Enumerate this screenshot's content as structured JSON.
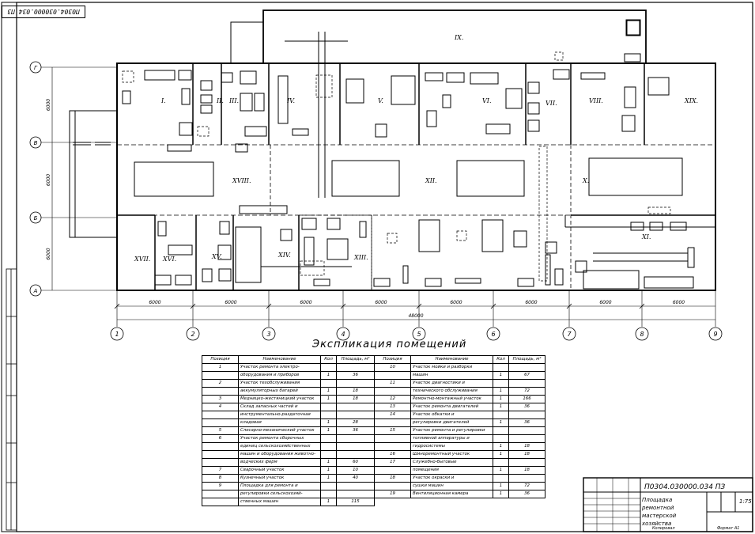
{
  "drawing": {
    "code_rotated": "П0304.030000.034 ПЗ",
    "title_code": "П0304.030000.034 ПЗ",
    "title_lines": [
      "Площадка ремонтной",
      "мастерской хозяйства"
    ],
    "sheet_scale": "1:75",
    "format_label": "Формат",
    "format_value": "А1",
    "copy_label": "Копировал"
  },
  "axes": {
    "columns": [
      "1",
      "2",
      "3",
      "4",
      "5",
      "6",
      "7",
      "8",
      "9"
    ],
    "rows": [
      "А",
      "Б",
      "В",
      "Г"
    ],
    "spans": [
      "6000",
      "6000",
      "6000",
      "6000",
      "6000",
      "6000",
      "6000",
      "6000"
    ],
    "total": "48000",
    "side_dims": [
      "6000",
      "6000",
      "6000"
    ]
  },
  "rooms": [
    "I.",
    "II.",
    "III.",
    "IV.",
    "V.",
    "VI.",
    "VII.",
    "VIII.",
    "IX.",
    "X.",
    "XI.",
    "XII.",
    "XIII.",
    "XIV.",
    "XV.",
    "XVI.",
    "XVII.",
    "XVIII.",
    "XIX."
  ],
  "explication": {
    "heading": "Экспликация помещений",
    "headers": [
      "Позиция",
      "Наименование",
      "Кол",
      "Площадь, м²"
    ],
    "left_rows": [
      [
        "1",
        "Участок ремонта электро-",
        "",
        ""
      ],
      [
        "",
        "оборудования и приборов",
        "1",
        "36"
      ],
      [
        "2",
        "Участок техобслуживания",
        "",
        ""
      ],
      [
        "",
        "аккумуляторных батарей",
        "1",
        "18"
      ],
      [
        "3",
        "Медницко-жестяницкий участок",
        "1",
        "18"
      ],
      [
        "4",
        "Склад запасных частей и",
        "",
        ""
      ],
      [
        "",
        "инструментально-раздаточная",
        "",
        ""
      ],
      [
        "",
        "кладовая",
        "1",
        "28"
      ],
      [
        "5",
        "Слесарно-механический участок",
        "1",
        "36"
      ],
      [
        "6",
        "Участок ремонта сборочных",
        "",
        ""
      ],
      [
        "",
        "единиц сельскохозяйственных",
        "",
        ""
      ],
      [
        "",
        "машин и оборудования животно-",
        "",
        ""
      ],
      [
        "",
        "водческих ферм",
        "1",
        "60"
      ],
      [
        "7",
        "Сварочный участок",
        "1",
        "10"
      ],
      [
        "8",
        "Кузнечный участок",
        "1",
        "40"
      ],
      [
        "9",
        "Площадка для ремонта и",
        "",
        ""
      ],
      [
        "",
        "регулировки сельскохозяй-",
        "",
        ""
      ],
      [
        "",
        "ственных машин",
        "1",
        "115"
      ]
    ],
    "right_rows": [
      [
        "10",
        "Участок мойки и разборки",
        "",
        ""
      ],
      [
        "",
        "машин",
        "1",
        "67"
      ],
      [
        "11",
        "Участок диагностики и",
        "",
        ""
      ],
      [
        "",
        "технического обслуживания",
        "1",
        "72"
      ],
      [
        "12",
        "Ремонтно-монтажный участок",
        "1",
        "166"
      ],
      [
        "13",
        "Участок ремонта двигателей",
        "1",
        "36"
      ],
      [
        "14",
        "Участок обкатки и",
        "",
        ""
      ],
      [
        "",
        "регулировки двигателей",
        "1",
        "36"
      ],
      [
        "15",
        "Участок ремонта и регулировки",
        "",
        ""
      ],
      [
        "",
        "топливной аппаратуры и",
        "",
        ""
      ],
      [
        "",
        "гидросистемы",
        "1",
        "18"
      ],
      [
        "16",
        "Шиноремонтный участок",
        "1",
        "18"
      ],
      [
        "17",
        "Служебно-бытовые",
        "",
        ""
      ],
      [
        "",
        "помещения",
        "1",
        "18"
      ],
      [
        "18",
        "Участок окраски и",
        "",
        ""
      ],
      [
        "",
        "сушки машин",
        "1",
        "72"
      ],
      [
        "19",
        "Вентиляционная камера",
        "1",
        "36"
      ]
    ]
  }
}
